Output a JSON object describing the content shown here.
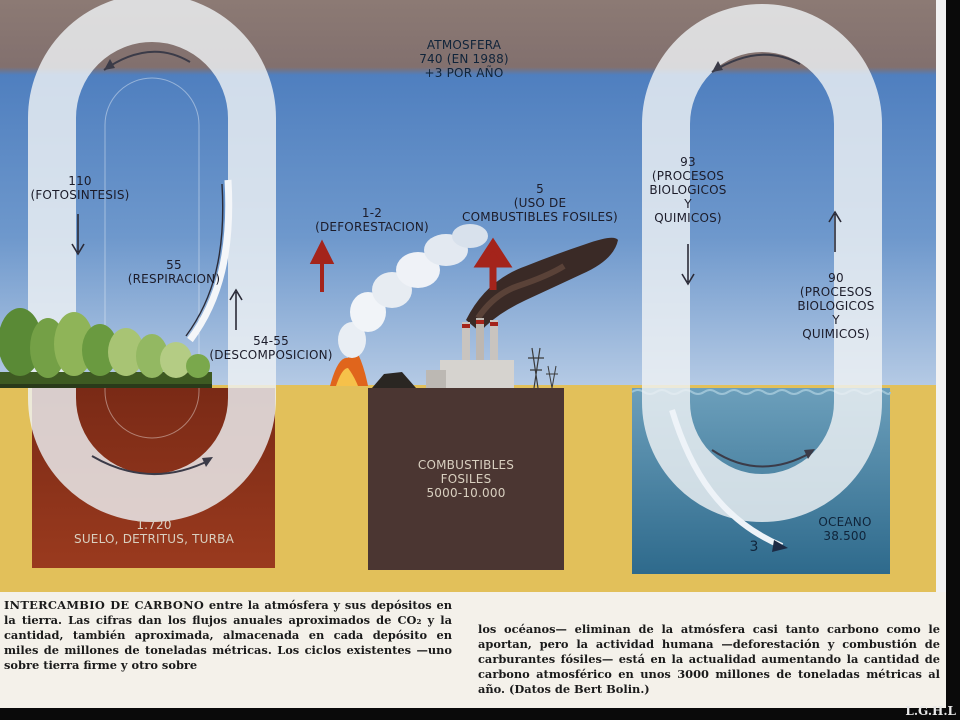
{
  "labels": {
    "atmosphere": "ATMOSFERA\n740 (EN 1988)\n+3 POR AÑO",
    "photosynthesis": "110\n(FOTOSINTESIS)",
    "respiration": "55\n(RESPIRACION)",
    "decomposition": "54-55\n(DESCOMPOSICION)",
    "deforestation": "1-2\n(DEFORESTACION)",
    "fossil_use": "5\n(USO DE\nCOMBUSTIBLES FOSILES)",
    "ocean_down": "93\n(PROCESOS\nBIOLOGICOS\nY\nQUIMICOS)",
    "ocean_up": "90\n(PROCESOS\nBIOLOGICOS\nY\nQUIMICOS)",
    "soil": "1.720\nSUELO, DETRITUS, TURBA",
    "fossil_store": "COMBUSTIBLES\nFOSILES\n5000-10.000",
    "ocean_store": "OCEANO\n38.500",
    "ocean_flux": "3"
  },
  "caption": {
    "left_lead": "INTERCAMBIO DE CARBONO",
    "left_rest": " entre la atmósfera y sus depósitos en la tierra. Las cifras dan los flujos anuales aproximados de CO₂ y la cantidad, también aproximada, almacenada en cada depósito en miles de millones de toneladas métricas. Los ciclos existentes —uno sobre tierra firme y otro sobre",
    "right": "los océanos— eliminan de la atmósfera casi tanto carbono como le aportan, pero la actividad humana —deforestación y combustión de carburantes fósiles— está en la actualidad aumentando la cantidad de carbono atmosférico en unos 3000 millones de toneladas métricas al año. (Datos de Bert Bolin.)"
  },
  "credit": "L.G.H.L",
  "colors": {
    "sky_top": "#8a7a74",
    "sky": "#4d7fc0",
    "ground": "#e4c25a",
    "soil": "#8a2d18",
    "fossil": "#4a3531",
    "ocean": "#3f7d9a",
    "arrow_red": "#a4241b"
  }
}
